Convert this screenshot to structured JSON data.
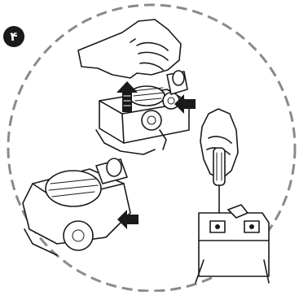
{
  "step": {
    "number": "۴"
  },
  "colors": {
    "ink": "#1a1a1a",
    "badge": "#1a1a1a",
    "border": "#8a8a8a"
  },
  "icons": {
    "upper": [
      "hand-lifting-cover",
      "brushroll-housing",
      "lift-arrow",
      "push-arrow-right"
    ],
    "lower": [
      "brushroll-assembly",
      "push-arrow-right"
    ],
    "right": [
      "hand-holding-screwdriver",
      "vacuum-base-plate"
    ]
  }
}
